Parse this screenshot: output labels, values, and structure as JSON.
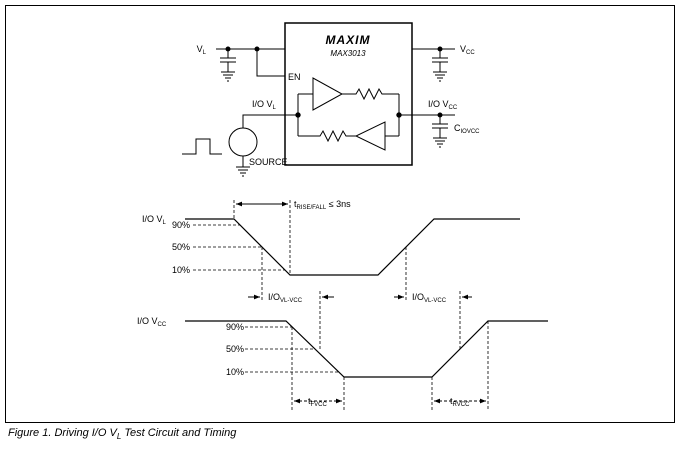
{
  "caption": {
    "prefix": "Figure 1. Driving I/O V",
    "sub": "L",
    "suffix": " Test Circuit and Timing"
  },
  "circuit": {
    "logo": "MAXIM",
    "part": "MAX3013",
    "vl": {
      "main": "V",
      "sub": "L"
    },
    "vcc": {
      "main": "V",
      "sub": "CC"
    },
    "en": "EN",
    "io_vl": {
      "main": "I/O V",
      "sub": "L"
    },
    "io_vcc": {
      "main": "I/O V",
      "sub": "CC"
    },
    "c_io": {
      "main": "C",
      "sub": "IOVCC"
    },
    "source": "SOURCE"
  },
  "timing": {
    "trace1": {
      "main": "I/O V",
      "sub": "L"
    },
    "trace2": {
      "main": "I/O V",
      "sub": "CC"
    },
    "pct90": "90%",
    "pct50": "50%",
    "pct10": "10%",
    "t_rise_fall": {
      "main": "t",
      "sub": "RISE/FALL",
      "suffix": " ≤ 3ns"
    },
    "delay_fall": {
      "main": "I/O",
      "sub": "VL-VCC"
    },
    "delay_rise": {
      "main": "I/O",
      "sub": "VL-VCC"
    },
    "t_fvcc": {
      "main": "t",
      "sub": "FVCC"
    },
    "t_rvcc": {
      "main": "t",
      "sub": "RVCC"
    }
  }
}
